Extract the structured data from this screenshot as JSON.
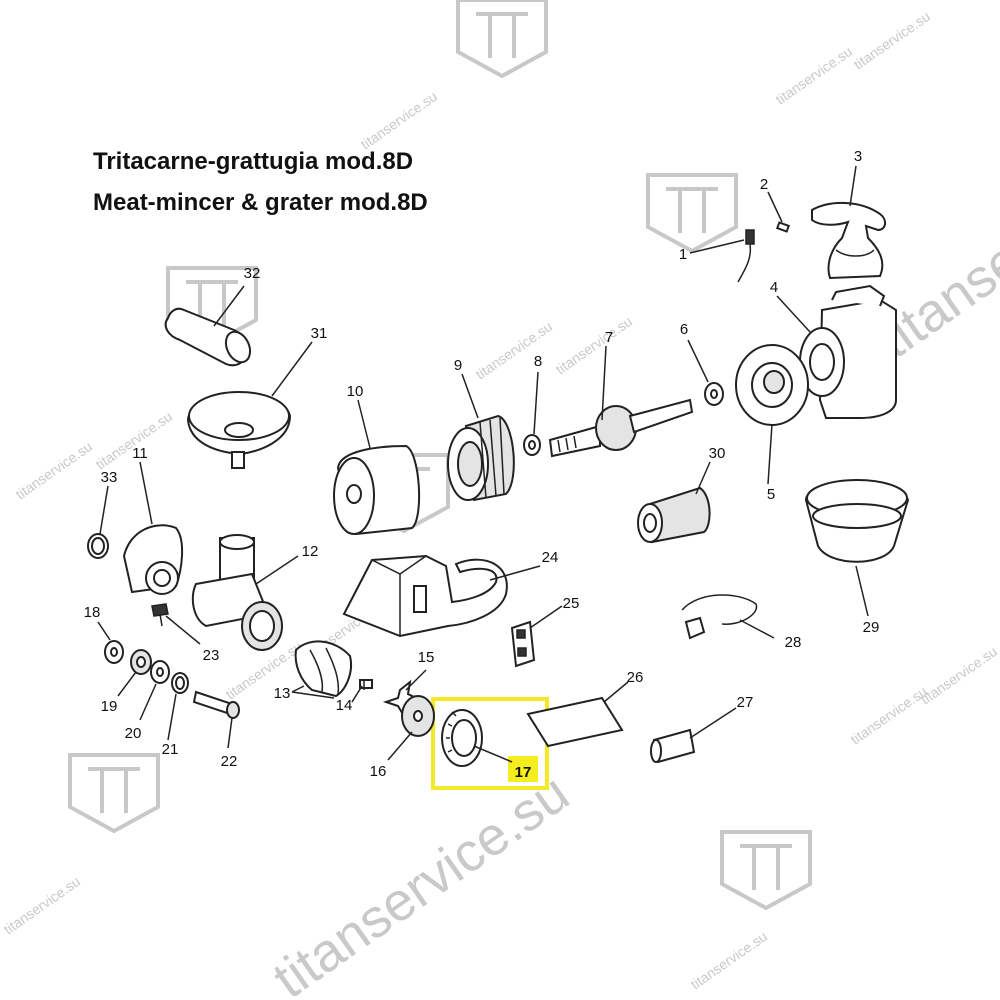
{
  "title_it": "Tritacarne-grattugia mod.8D",
  "title_en": "Meat-mincer & grater mod.8D",
  "watermark_text": "titanservice.su",
  "highlight": {
    "part": "17",
    "border_color": "#f2ea28",
    "fill_color": "#f5ee1f"
  },
  "parts": [
    "1",
    "2",
    "3",
    "4",
    "5",
    "6",
    "7",
    "8",
    "9",
    "10",
    "11",
    "12",
    "13",
    "14",
    "15",
    "16",
    "17",
    "18",
    "19",
    "20",
    "21",
    "22",
    "23",
    "24",
    "25",
    "26",
    "27",
    "28",
    "29",
    "30",
    "31",
    "32",
    "33"
  ]
}
